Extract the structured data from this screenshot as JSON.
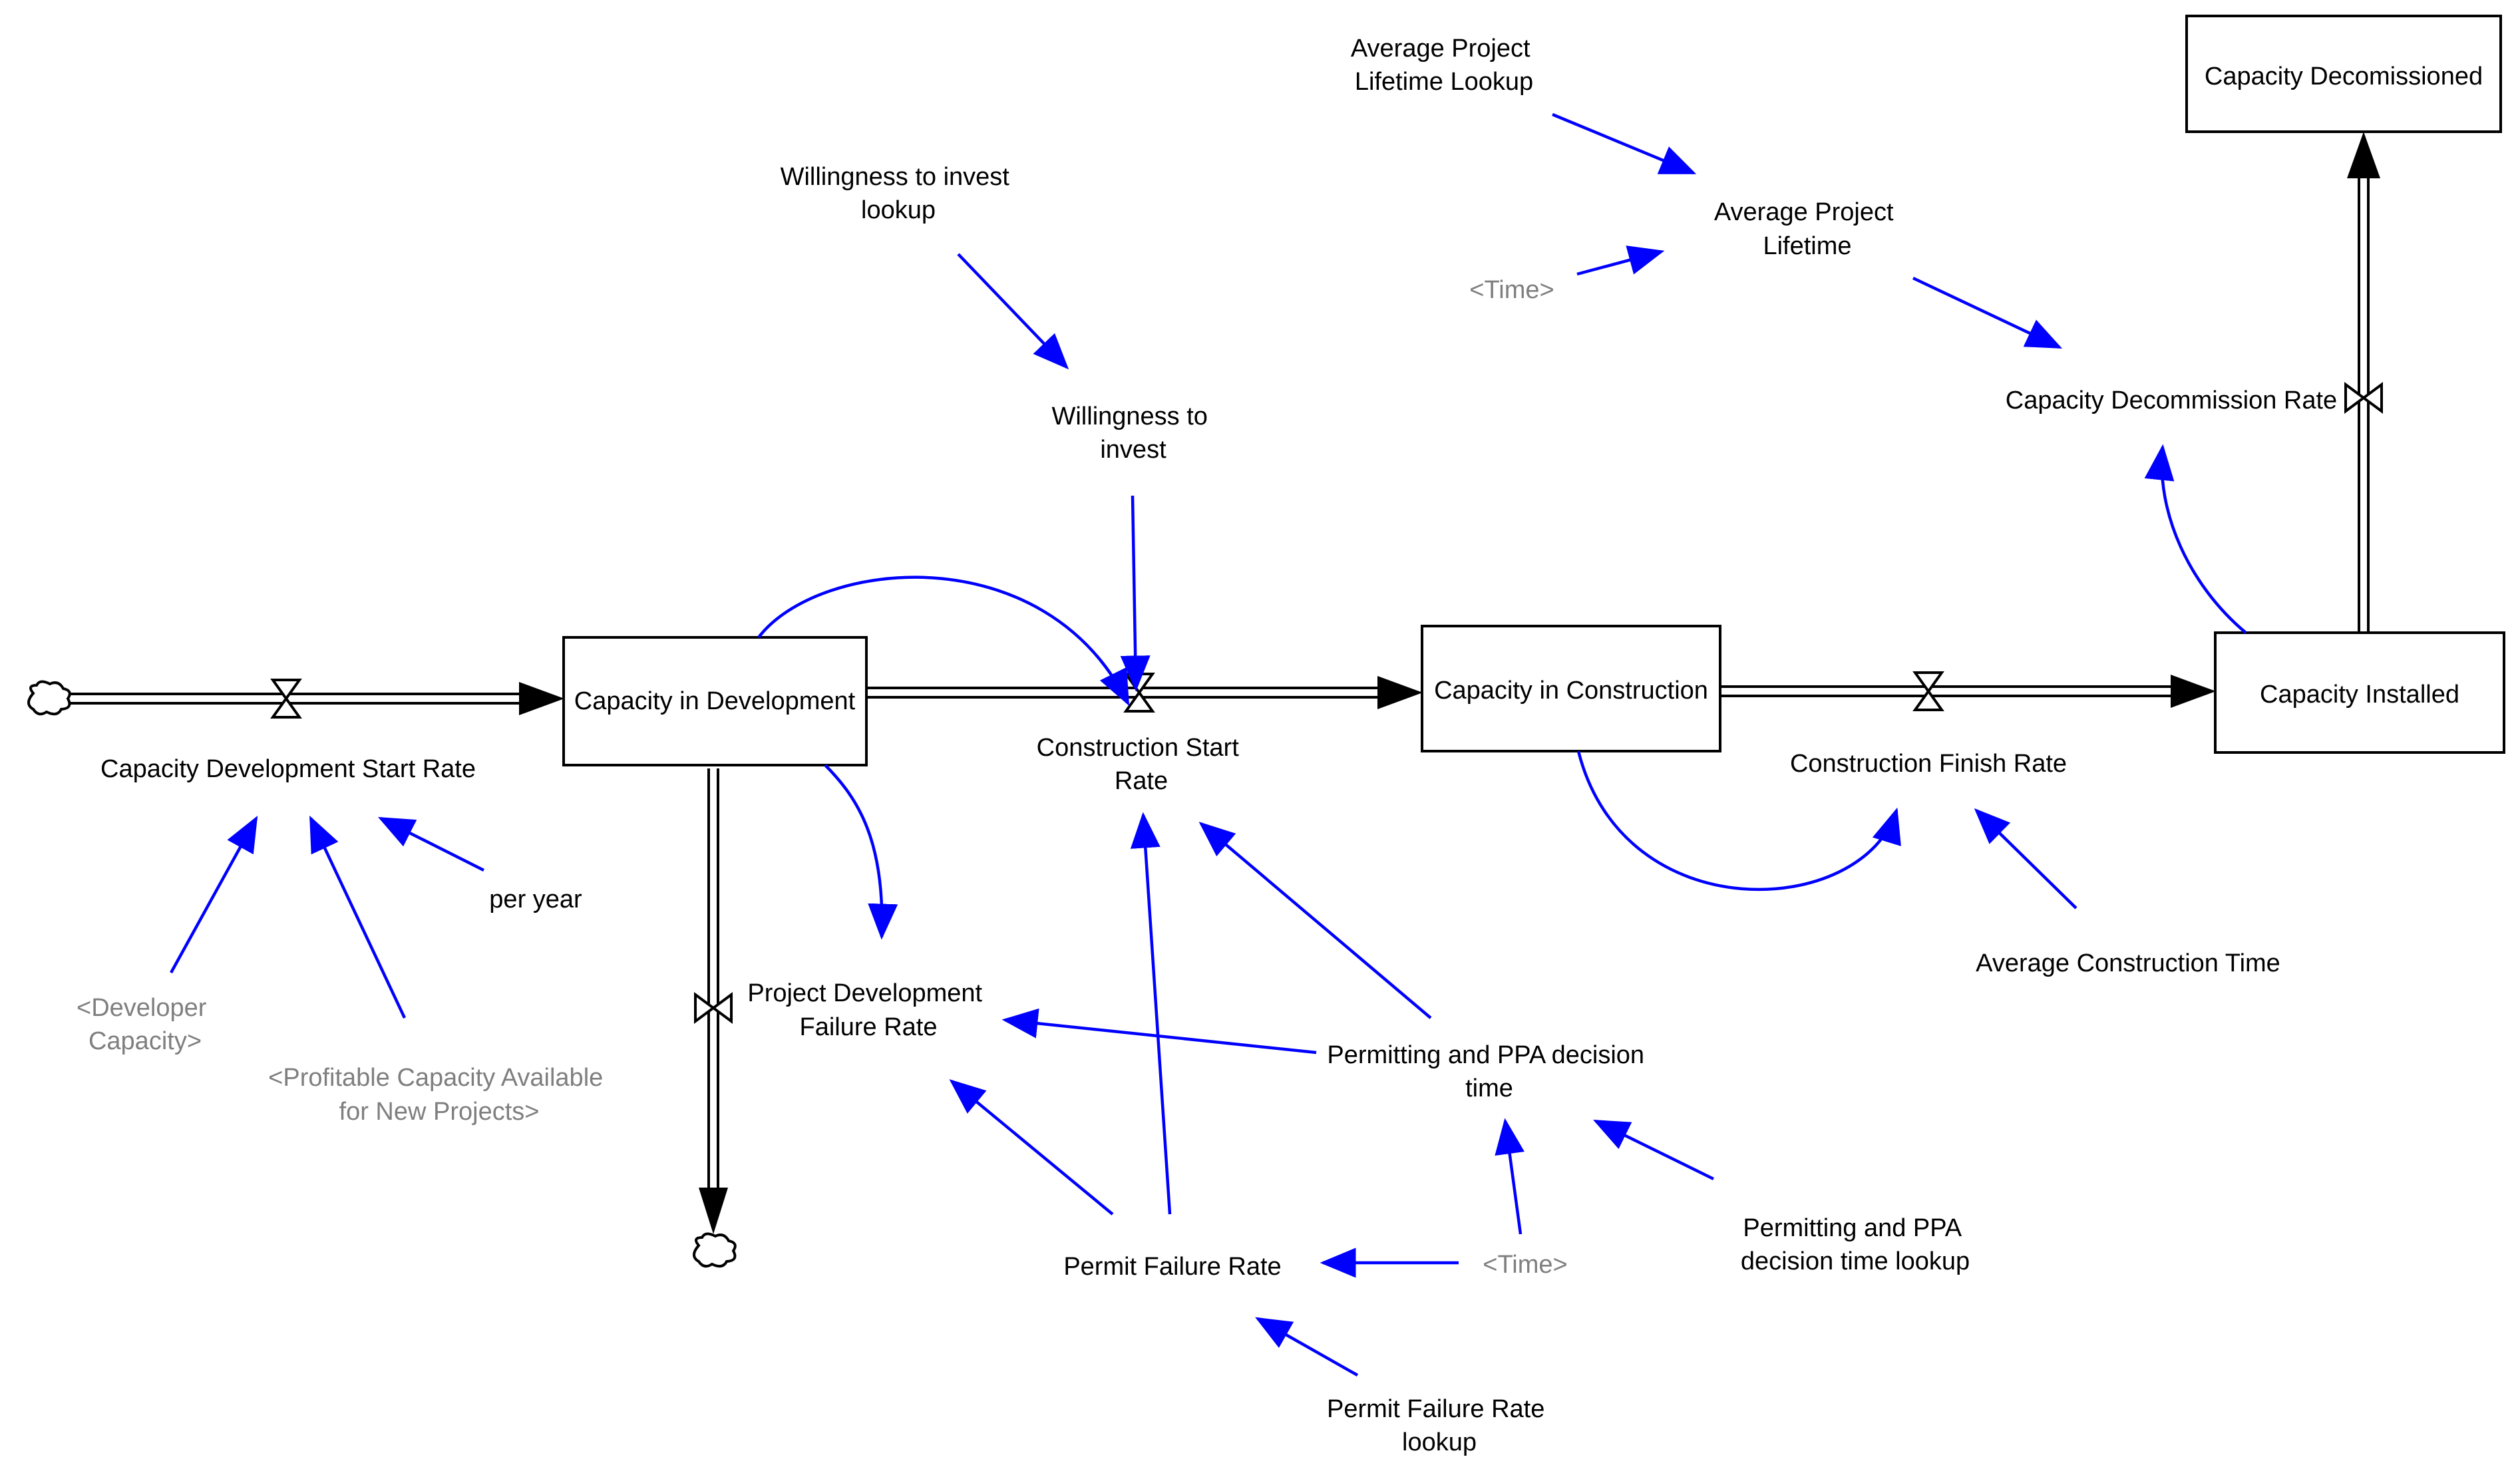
{
  "stocks": {
    "capacity_in_development": "Capacity in Development",
    "capacity_in_construction": "Capacity in Construction",
    "capacity_installed": "Capacity Installed",
    "capacity_decommissioned": "Capacity Decomissioned"
  },
  "flows": {
    "development_start_rate": "Capacity Development Start Rate",
    "construction_start_rate": [
      "Construction Start",
      "Rate"
    ],
    "construction_finish_rate": "Construction Finish Rate",
    "decommission_rate": "Capacity Decommission Rate",
    "development_failure_rate": [
      "Project Development",
      "Failure Rate"
    ]
  },
  "variables": {
    "per_year": "per year",
    "developer_capacity": [
      "<Developer",
      "Capacity>"
    ],
    "profitable_capacity": [
      "<Profitable Capacity Available",
      "for New Projects>"
    ],
    "willingness_lookup": [
      "Willingness to invest",
      "lookup"
    ],
    "willingness": [
      "Willingness to",
      "invest"
    ],
    "lifetime_lookup": [
      "Average Project",
      "Lifetime Lookup"
    ],
    "avg_lifetime": [
      "Average Project",
      "Lifetime"
    ],
    "time_top": "<Time>",
    "avg_construction_time": "Average Construction Time",
    "permitting_time": [
      "Permitting and PPA decision",
      "time"
    ],
    "permitting_lookup": [
      "Permitting and PPA",
      "decision time lookup"
    ],
    "time_bottom": "<Time>",
    "permit_failure_rate": "Permit Failure Rate",
    "permit_failure_lookup": [
      "Permit Failure Rate",
      "lookup"
    ]
  },
  "colors": {
    "stock_border": "#000000",
    "flow_pipe": "#000000",
    "causal_link": "#0000ff",
    "shadow_variable": "#7f7f7f",
    "text": "#000000",
    "background": "#ffffff"
  }
}
